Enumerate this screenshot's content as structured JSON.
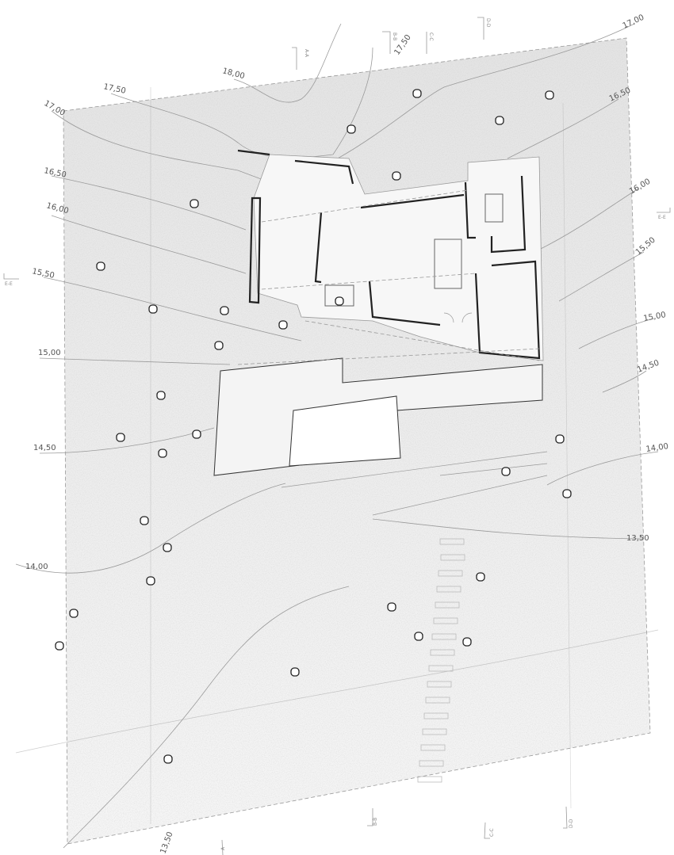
{
  "contours_left": [
    "18,00",
    "17,50",
    "17,00",
    "16,50",
    "16,00",
    "15,50",
    "15,00",
    "14,50",
    "14,00",
    "13,50"
  ],
  "contours_right": [
    "17,00",
    "16,50",
    "16,00",
    "15,50",
    "15,00",
    "14,50",
    "14,00",
    "13,50"
  ],
  "contour_top_mid": "17,50",
  "sections": {
    "top": [
      "A-A",
      "B-B",
      "C-C",
      "D-D"
    ],
    "bottom": [
      "A",
      "B-B",
      "C-C",
      "D-D"
    ],
    "left": "E-E",
    "right": "E-E"
  },
  "colors": {
    "ground": "#e6e6e6",
    "walls": "#222222",
    "lines": "#999999"
  }
}
